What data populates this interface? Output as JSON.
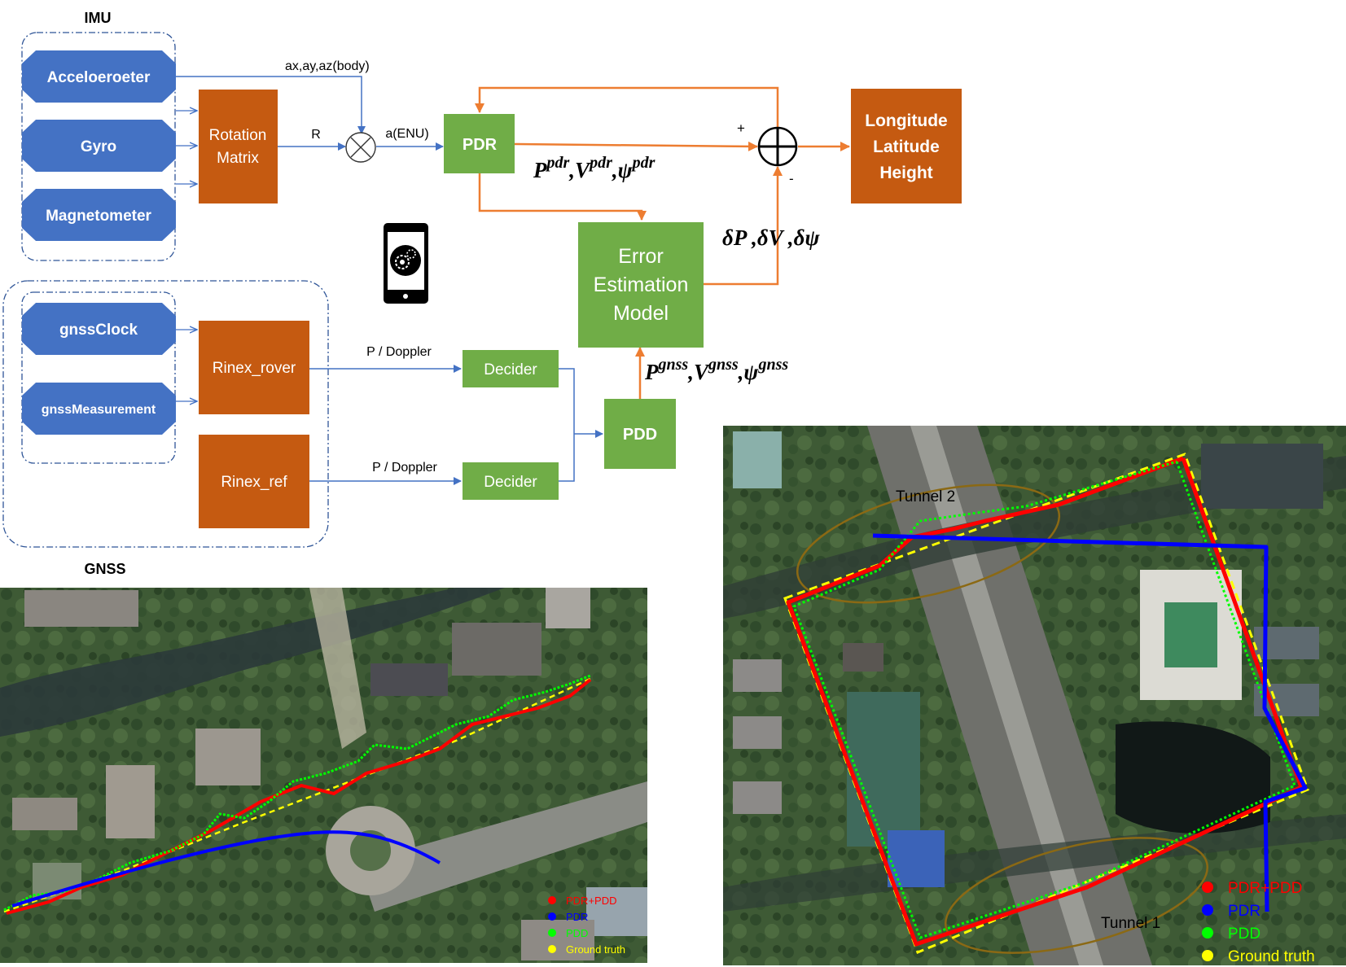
{
  "colors": {
    "sensor": "#4472C4",
    "process": "#C55A11",
    "module": "#70AD47",
    "arrow_blue": "#4472C4",
    "arrow_orange": "#ED7D31",
    "group_border": "#2F5597",
    "track_red": "#FF0000",
    "track_blue": "#0000FF",
    "track_green": "#00FF00",
    "track_yellow": "#FFFF00"
  },
  "diagram": {
    "imu_title": "IMU",
    "gnss_title": "GNSS",
    "sensors": {
      "accelerometer": "Acceloeroeter",
      "gyro": "Gyro",
      "magnetometer": "Magnetometer",
      "gnss_clock": "gnssClock",
      "gnss_measurement": "gnssMeasurement"
    },
    "rotation_matrix": [
      "Rotation",
      "Matrix"
    ],
    "rinex_rover": "Rinex_rover",
    "rinex_ref": "Rinex_ref",
    "decider_top": "Decider",
    "decider_bottom": "Decider",
    "pdr": "PDR",
    "pdd": "PDD",
    "error_model": [
      "Error",
      "Estimation",
      "Model"
    ],
    "output": [
      "Longitude",
      "Latitude",
      "Height"
    ],
    "edge_labels": {
      "body_accel": "ax,ay,az(body)",
      "rotation": "R",
      "enu_accel": "a(ENU)",
      "doppler_top": "P / Doppler",
      "doppler_bottom": "P / Doppler",
      "plus": "+",
      "minus": "-"
    },
    "formulas": {
      "pdr_state": {
        "p": "P",
        "p_sup": "pdr",
        "v": "V",
        "v_sup": "pdr",
        "psi": "ψ",
        "psi_sup": "pdr"
      },
      "error_state": "δP ,δV ,δψ",
      "gnss_state": {
        "p": "P",
        "p_sup": "gnss",
        "v": "V",
        "v_sup": "gnss",
        "psi": "ψ",
        "psi_sup": "gnss"
      }
    },
    "phone_icon": "smartphone-gear-icon"
  },
  "maps": {
    "left": {
      "legend": [
        "PDR+PDD",
        "PDR",
        "PDD",
        "Ground truth"
      ]
    },
    "right": {
      "tunnel_labels": [
        "Tunnel 2",
        "Tunnel 1"
      ],
      "legend": [
        "PDR+PDD",
        "PDR",
        "PDD",
        "Ground truth"
      ]
    }
  }
}
